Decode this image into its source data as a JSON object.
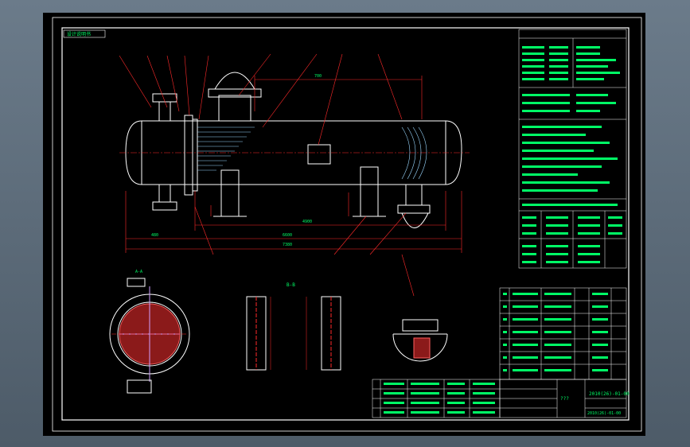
{
  "drawing": {
    "sheet_tag": "设计说明书",
    "section_label": "B-B",
    "section_a_label": "A-A",
    "title_block": {
      "drawing_number": "2010(26)-01-00",
      "mark": "???",
      "footer_code": "2010(26)-01-00"
    },
    "colors": {
      "background": "#000000",
      "outline": "#ffffff",
      "dimension": "#ff2a2a",
      "text": "#00ff66",
      "accent": "#d0a0ff"
    },
    "dimensions": {
      "overall_length": "7380",
      "shell_length": "6600",
      "nozzle_span": "4900",
      "left_offset": "480",
      "top_offset": "700"
    }
  }
}
